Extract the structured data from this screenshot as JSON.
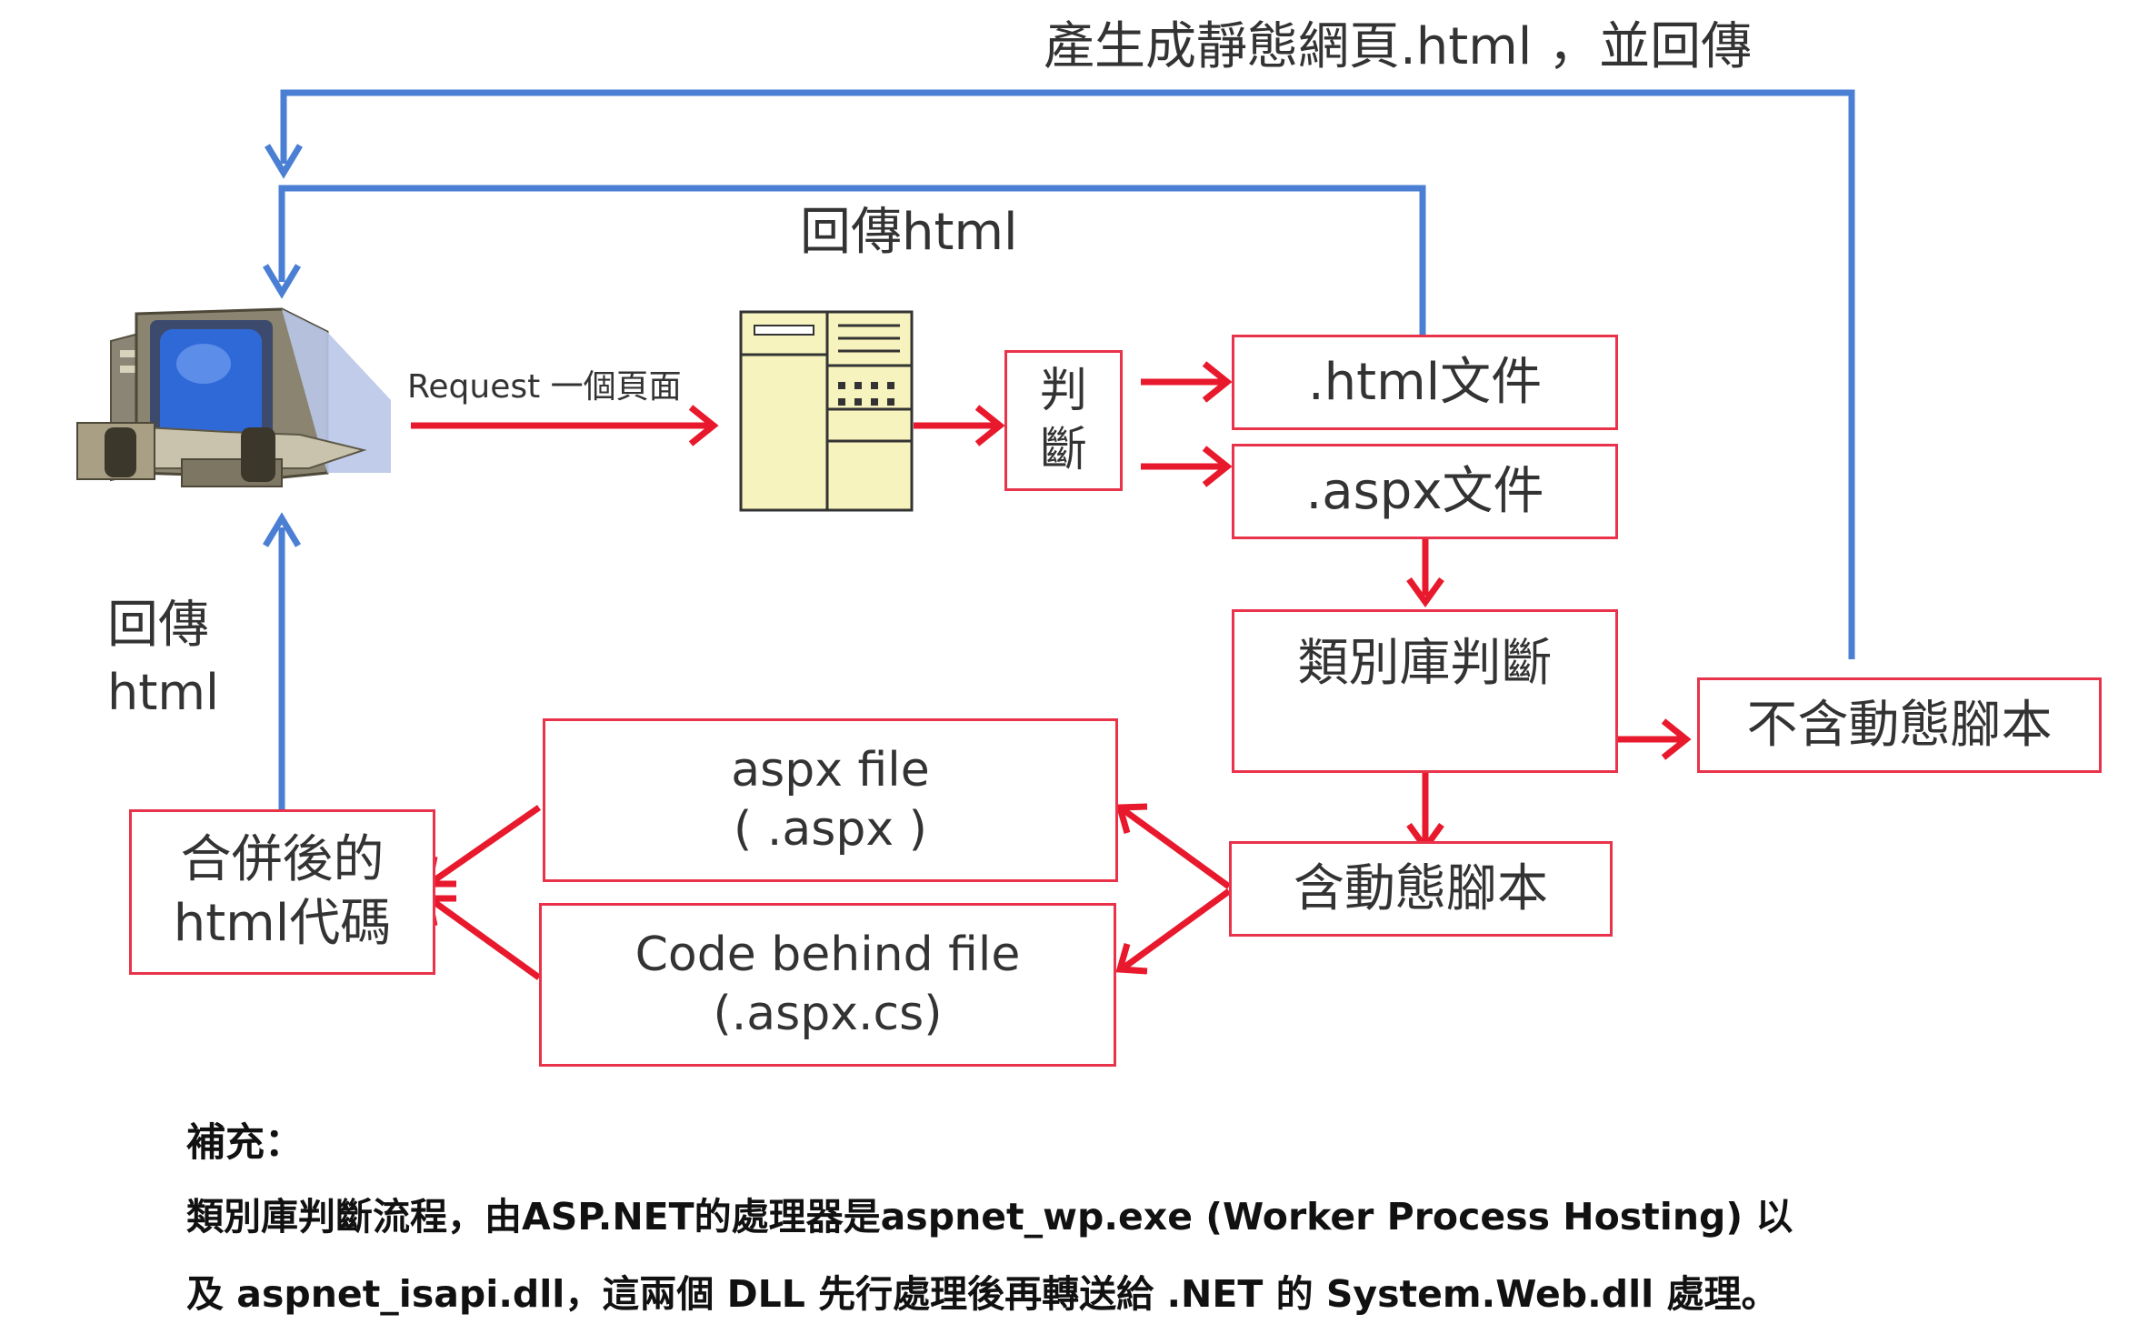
{
  "labels": {
    "top_return": "產生成靜態網頁.html ，並回傳",
    "return_html": "回傳html",
    "request": "Request 一個頁面",
    "left_return_line1": "回傳",
    "left_return_line2": "html"
  },
  "boxes": {
    "judge_line1": "判",
    "judge_line2": "斷",
    "html_file": ".html文件",
    "aspx_file": ".aspx文件",
    "class_lib_judge": "類別庫判斷",
    "no_script": "不含動態腳本",
    "has_script": "含動態腳本",
    "aspx_file_box_line1": "aspx file",
    "aspx_file_box_line2": "( .aspx )",
    "code_behind_line1": "Code behind file",
    "code_behind_line2": "(.aspx.cs)",
    "merged_line1": "合併後的",
    "merged_line2": "html代碼"
  },
  "note": {
    "heading": "補充：",
    "line1": "類別庫判斷流程，由ASP.NET的處理器是aspnet_wp.exe (Worker Process Hosting) 以",
    "line2": "及 aspnet_isapi.dll，這兩個 DLL 先行處理後再轉送給 .NET 的 System.Web.dll 處理。"
  },
  "colors": {
    "return_arrow": "#4a7fd4",
    "forward_arrow": "#e8192c",
    "box_border": "#e8334a"
  },
  "icons": [
    "computer-icon",
    "web-page-icon"
  ]
}
